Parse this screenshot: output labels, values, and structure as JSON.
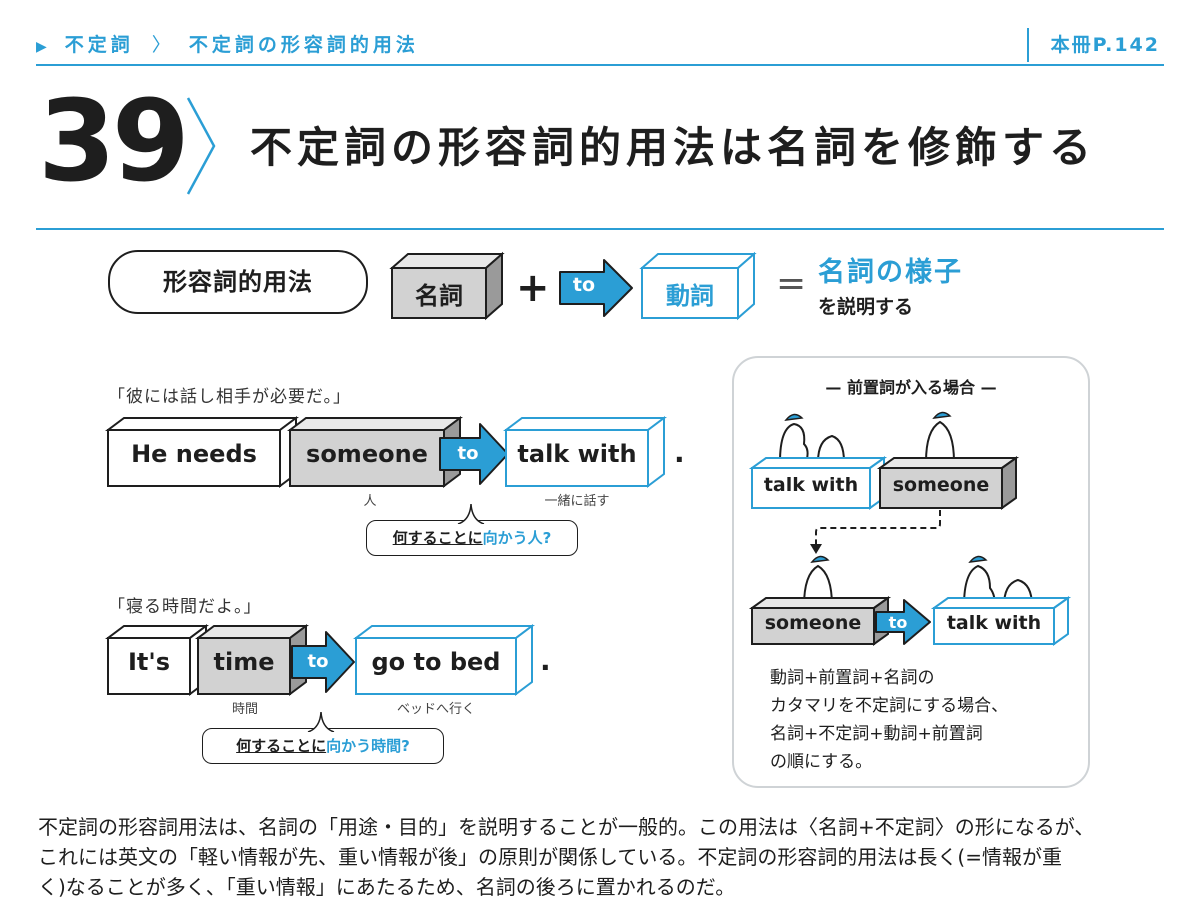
{
  "header": {
    "breadcrumb_section": "不定詞",
    "breadcrumb_sep": "〉",
    "breadcrumb_topic": "不定詞の形容詞的用法",
    "page_ref": "本冊P.142"
  },
  "lesson": {
    "number": "39",
    "title": "不定詞の形容詞的用法は名詞を修飾する"
  },
  "formula": {
    "usage_label": "形容詞的用法",
    "noun_label": "名詞",
    "plus": "+",
    "to_label": "to",
    "verb_label": "動詞",
    "equals": "=",
    "result_main": "名詞の様子",
    "result_sub": "を説明する"
  },
  "example1": {
    "quote": "「彼には話し相手が必要だ。」",
    "box1": "He needs",
    "box2": "someone",
    "to_label": "to",
    "box3": "talk with",
    "period": ".",
    "gloss_noun": "人",
    "gloss_verb": "一緒に話す",
    "bubble_underlined": "何することに",
    "bubble_blue": "向かう人?"
  },
  "example2": {
    "quote": "「寝る時間だよ。」",
    "box1": "It's",
    "box2": "time",
    "to_label": "to",
    "box3": "go to bed",
    "period": ".",
    "gloss_noun": "時間",
    "gloss_verb": "ベッドへ行く",
    "bubble_underlined": "何することに",
    "bubble_blue": "向かう時間?"
  },
  "panel": {
    "title": "— 前置詞が入る場合 —",
    "top_box1": "talk with",
    "top_box2": "someone",
    "bottom_box1": "someone",
    "to_label": "to",
    "bottom_box2": "talk with",
    "note_lines": [
      "動詞+前置詞+名詞の",
      "カタマリを不定詞にする場合、",
      "名詞+不定詞+動詞+前置詞",
      "の順にする。"
    ]
  },
  "body_lines": [
    "不定詞の形容詞用法は、名詞の「用途・目的」を説明することが一般的。この用法は〈名詞+不定詞〉の形になるが、",
    "これには英文の「軽い情報が先、重い情報が後」の原則が関係している。不定詞の形容詞的用法は長く(=情報が重",
    "く)なることが多く、「重い情報」にあたるため、名詞の後ろに置かれるのだ。"
  ],
  "colors": {
    "accent": "#2b9ed5",
    "gray_box": "#d2d2d2",
    "ink": "#1e1e1e"
  }
}
